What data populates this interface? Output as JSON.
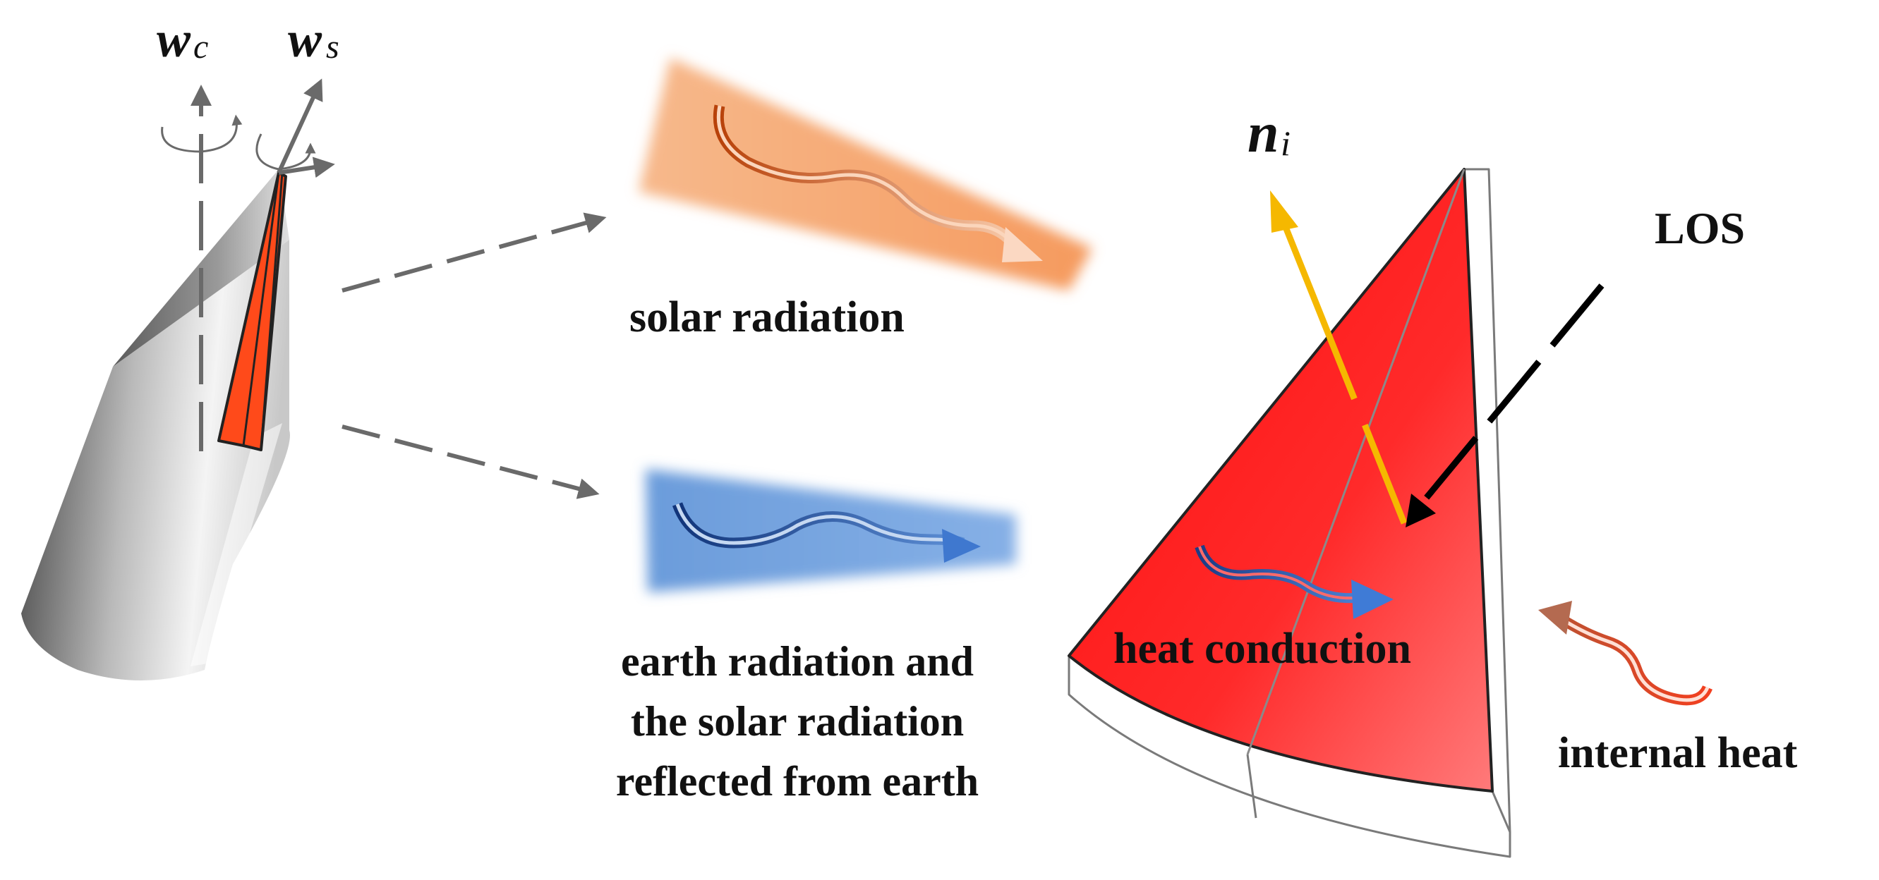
{
  "symbols": {
    "wc": {
      "base": "w",
      "sub": "c"
    },
    "ws": {
      "base": "w",
      "sub": "s"
    },
    "ni": {
      "base": "n",
      "sub": "i"
    }
  },
  "labels": {
    "solar": "solar radiation",
    "earth": [
      "earth radiation and",
      "the solar radiation",
      "reflected from earth"
    ],
    "heat_conduction": "heat conduction",
    "internal_heat": "internal heat",
    "los": "LOS"
  },
  "colors": {
    "solar_band": "#f5a26b",
    "earth_band": "#6f9fdc",
    "facet_red": "#ff1a1a",
    "normal_arrow": "#f5b800",
    "dashed_gray": "#6a6a6a",
    "internal_wave": "#e8462a"
  }
}
